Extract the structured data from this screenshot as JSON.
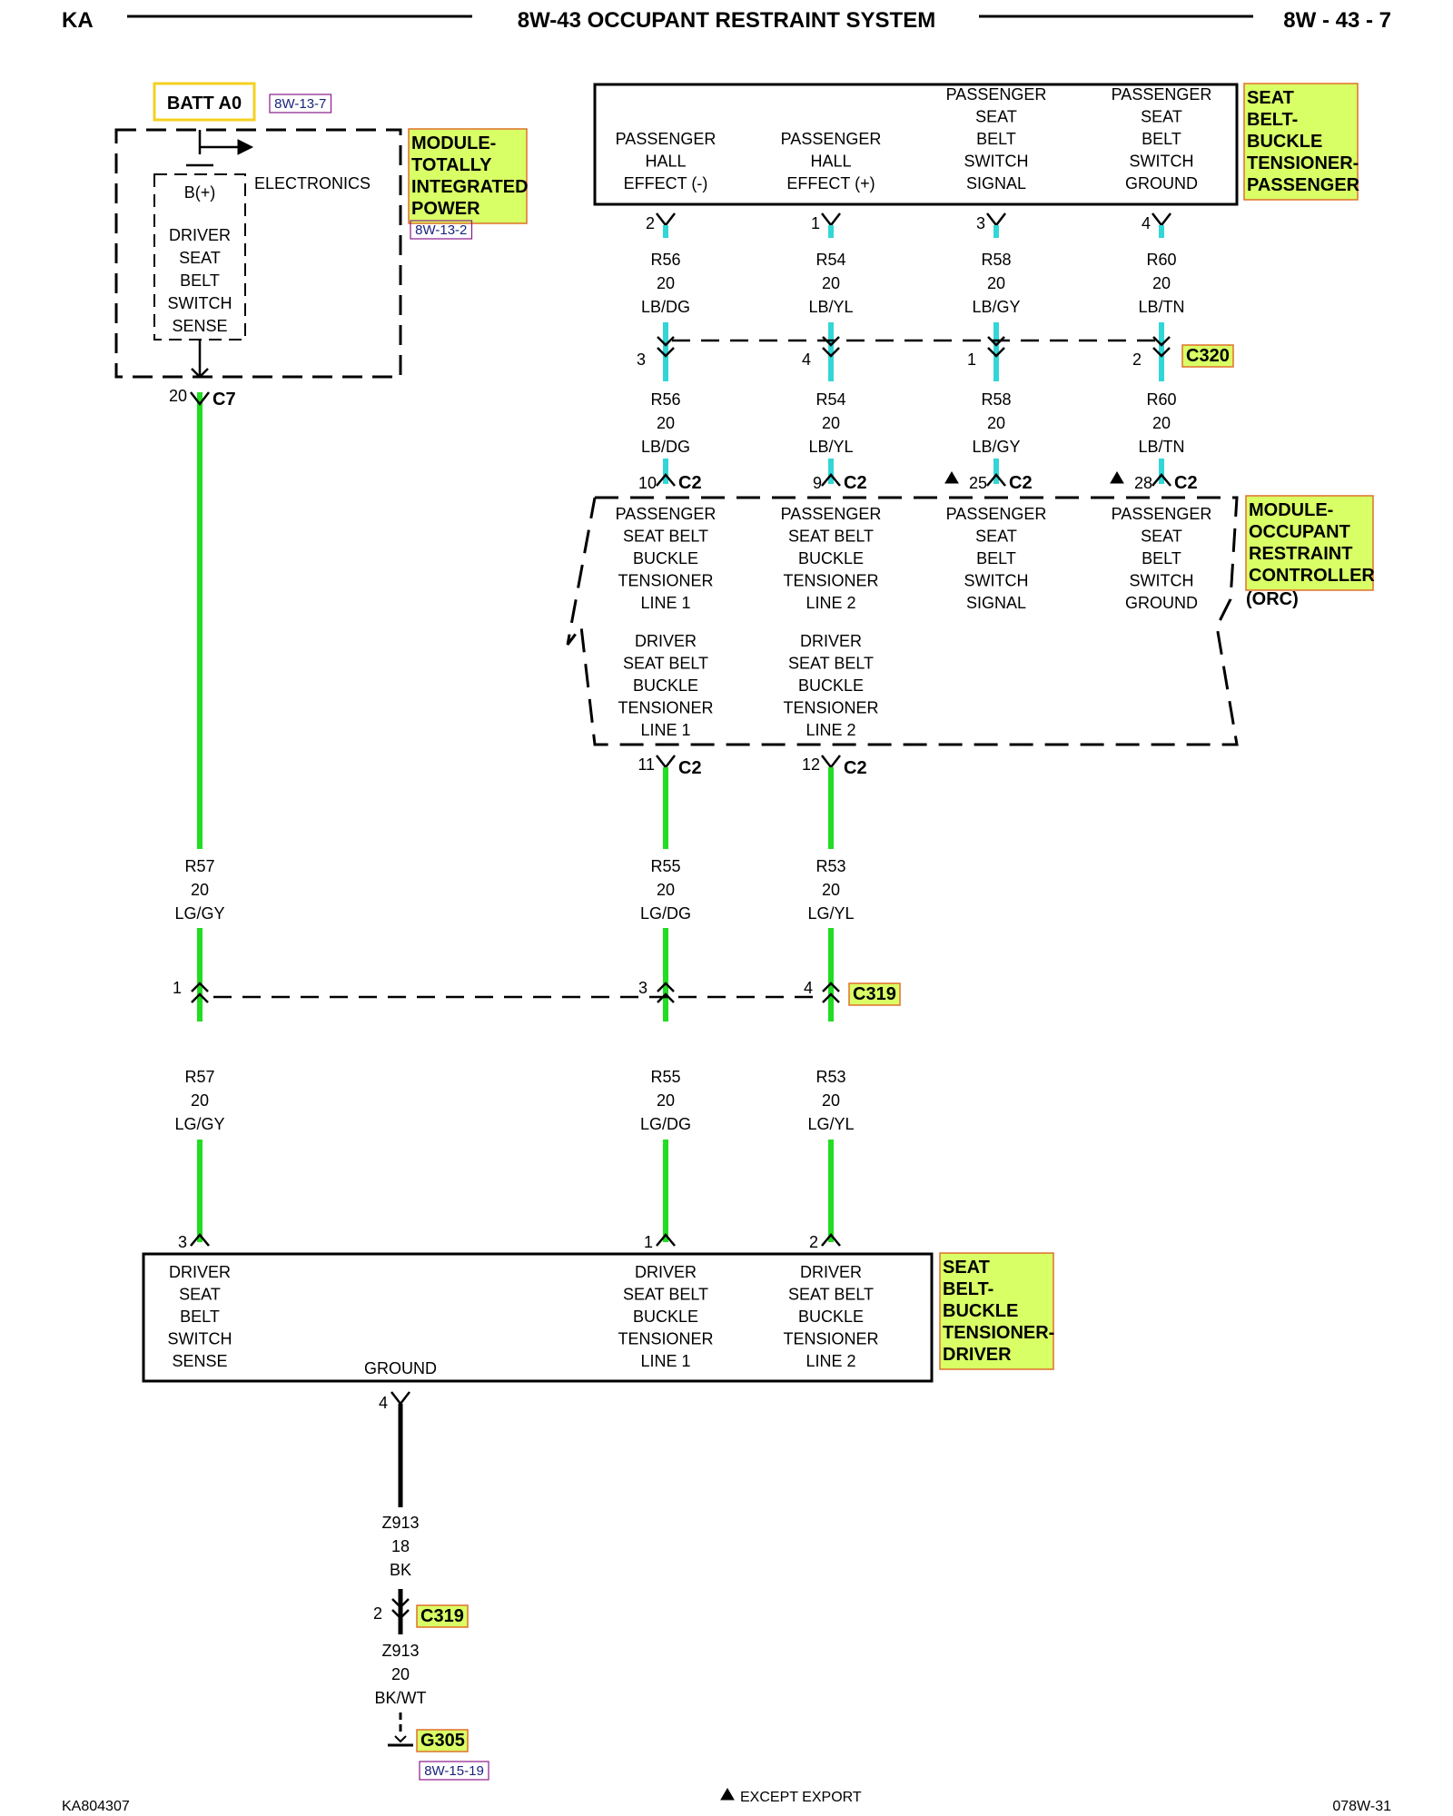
{
  "header": {
    "left": "KA",
    "title": "8W-43 OCCUPANT RESTRAINT SYSTEM",
    "right": "8W - 43 - 7"
  },
  "footer": {
    "left": "KA804307",
    "note": "EXCEPT EXPORT",
    "right": "078W-31"
  },
  "colors": {
    "wire_green": "#22dd22",
    "wire_cyan": "#33d6d6",
    "highlight": "#d9ff66",
    "highlight_border": "#e0702a",
    "batt_border": "#f5d020",
    "wire_black": "#000000"
  },
  "power": {
    "label": "BATT A0",
    "ref": "8W-13-7"
  },
  "tipm": {
    "name_lines": [
      "MODULE-",
      "TOTALLY",
      "INTEGRATED",
      "POWER"
    ],
    "ref": "8W-13-2",
    "electronics": "ELECTRONICS",
    "bplus": "B(+)",
    "sense_lines": [
      "DRIVER",
      "SEAT",
      "BELT",
      "SWITCH",
      "SENSE"
    ],
    "pin": "20",
    "connector": "C7"
  },
  "tensioner_passenger": {
    "name_lines": [
      "SEAT",
      "BELT-",
      "BUCKLE",
      "TENSIONER-",
      "PASSENGER"
    ],
    "pins": [
      {
        "lines": [
          "PASSENGER",
          "HALL",
          "EFFECT (-)"
        ],
        "pin": "2"
      },
      {
        "lines": [
          "PASSENGER",
          "HALL",
          "EFFECT (+)"
        ],
        "pin": "1"
      },
      {
        "lines": [
          "PASSENGER",
          "SEAT",
          "BELT",
          "SWITCH",
          "SIGNAL"
        ],
        "pin": "3"
      },
      {
        "lines": [
          "PASSENGER",
          "SEAT",
          "BELT",
          "SWITCH",
          "GROUND"
        ],
        "pin": "4"
      }
    ]
  },
  "upper_wires": [
    {
      "circuit": "R56",
      "gauge": "20",
      "color": "LB/DG"
    },
    {
      "circuit": "R54",
      "gauge": "20",
      "color": "LB/YL"
    },
    {
      "circuit": "R58",
      "gauge": "20",
      "color": "LB/GY"
    },
    {
      "circuit": "R60",
      "gauge": "20",
      "color": "LB/TN"
    }
  ],
  "c320": {
    "name": "C320",
    "pins": [
      "3",
      "4",
      "1",
      "2"
    ]
  },
  "orc_pins": [
    {
      "pin": "10",
      "connector": "C2",
      "except_export": false
    },
    {
      "pin": "9",
      "connector": "C2",
      "except_export": false
    },
    {
      "pin": "25",
      "connector": "C2",
      "except_export": true
    },
    {
      "pin": "28",
      "connector": "C2",
      "except_export": true
    }
  ],
  "orc": {
    "name_lines": [
      "MODULE-",
      "OCCUPANT",
      "RESTRAINT",
      "CONTROLLER"
    ],
    "abbr": "(ORC)",
    "pass_funcs": [
      [
        "PASSENGER",
        "SEAT BELT",
        "BUCKLE",
        "TENSIONER",
        "LINE 1"
      ],
      [
        "PASSENGER",
        "SEAT BELT",
        "BUCKLE",
        "TENSIONER",
        "LINE 2"
      ],
      [
        "PASSENGER",
        "SEAT",
        "BELT",
        "SWITCH",
        "SIGNAL"
      ],
      [
        "PASSENGER",
        "SEAT",
        "BELT",
        "SWITCH",
        "GROUND"
      ]
    ],
    "driver_funcs": [
      [
        "DRIVER",
        "SEAT BELT",
        "BUCKLE",
        "TENSIONER",
        "LINE 1"
      ],
      [
        "DRIVER",
        "SEAT BELT",
        "BUCKLE",
        "TENSIONER",
        "LINE 2"
      ]
    ],
    "bottom_pins": [
      {
        "pin": "11",
        "connector": "C2"
      },
      {
        "pin": "12",
        "connector": "C2"
      }
    ]
  },
  "lower_wires": [
    {
      "circuit": "R57",
      "gauge": "20",
      "color": "LG/GY"
    },
    {
      "circuit": "R55",
      "gauge": "20",
      "color": "LG/DG"
    },
    {
      "circuit": "R53",
      "gauge": "20",
      "color": "LG/YL"
    }
  ],
  "c319": {
    "name": "C319",
    "pins": [
      "1",
      "3",
      "4"
    ]
  },
  "tensioner_driver": {
    "name_lines": [
      "SEAT",
      "BELT-",
      "BUCKLE",
      "TENSIONER-",
      "DRIVER"
    ],
    "top_pins": [
      "3",
      "1",
      "2"
    ],
    "funcs": [
      [
        "DRIVER",
        "SEAT",
        "BELT",
        "SWITCH",
        "SENSE"
      ],
      [
        "DRIVER",
        "SEAT BELT",
        "BUCKLE",
        "TENSIONER",
        "LINE 1"
      ],
      [
        "DRIVER",
        "SEAT BELT",
        "BUCKLE",
        "TENSIONER",
        "LINE 2"
      ]
    ],
    "ground_label": "GROUND",
    "ground_pin": "4"
  },
  "ground_wire": {
    "upper": {
      "circuit": "Z913",
      "gauge": "18",
      "color": "BK"
    },
    "c319_pin": "2",
    "c319_name": "C319",
    "lower": {
      "circuit": "Z913",
      "gauge": "20",
      "color": "BK/WT"
    },
    "ground": "G305",
    "ref": "8W-15-19"
  }
}
